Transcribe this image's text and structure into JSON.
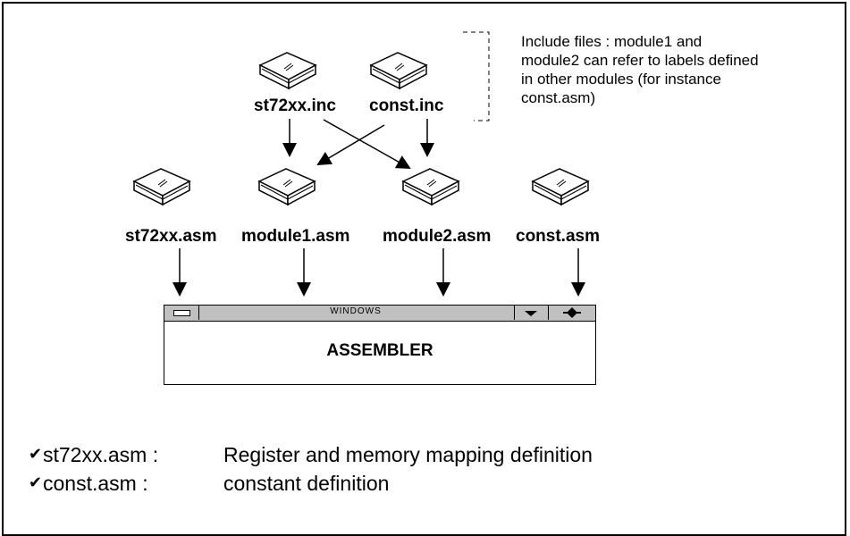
{
  "files": {
    "st72xx_inc": "st72xx.inc",
    "const_inc": "const.inc",
    "st72xx_asm": "st72xx.asm",
    "module1_asm": "module1.asm",
    "module2_asm": "module2.asm",
    "const_asm": "const.asm"
  },
  "note": {
    "line1": "Include files : module1 and",
    "line2": "module2 can refer to labels defined",
    "line3": "in other modules (for instance",
    "line4": "const.asm)"
  },
  "window": {
    "title": "WINDOWS",
    "body": "ASSEMBLER"
  },
  "legend": [
    {
      "check": "✔",
      "term": "st72xx.asm :",
      "definition": "Register and memory mapping definition"
    },
    {
      "check": "✔",
      "term": "const.asm :",
      "definition": "constant definition"
    }
  ],
  "icons": [
    "file-book-icon",
    "arrow-icon",
    "dashed-bracket-icon",
    "checkmark-icon"
  ]
}
